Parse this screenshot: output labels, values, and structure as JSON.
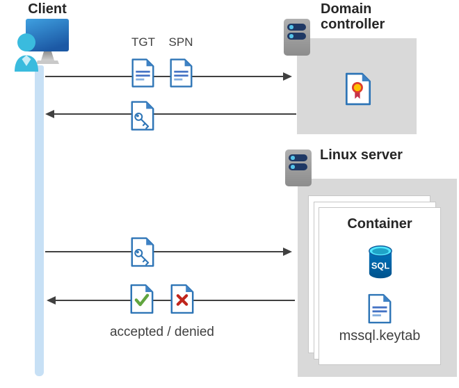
{
  "client": {
    "label": "Client"
  },
  "domain_controller": {
    "title": "Domain controller"
  },
  "linux_server": {
    "title": "Linux server"
  },
  "container": {
    "title": "Container",
    "sql_label": "SQL",
    "keytab_label": "mssql.keytab"
  },
  "messages": {
    "tgt": "TGT",
    "spn": "SPN",
    "accepted_denied": "accepted / denied"
  },
  "colors": {
    "doc_blue": "#2E75B6",
    "doc_fold": "#3F82C4",
    "doc_line": "#4472C4",
    "doc_line_light": "#85AEDE",
    "arrow": "#404040",
    "box_gray": "#D9D9D9",
    "lifeline": "#C7E0F5",
    "server_navy": "#1F3864",
    "server_dot": "#55C4EA",
    "check_green": "#61A53F",
    "cross_red": "#C0261C",
    "cert_yellow": "#FFC000",
    "cert_red": "#DD3C2C",
    "ribbon_red": "#C4314B",
    "sql_body_top": "#0072BC",
    "sql_body_bottom": "#00538C",
    "sql_top_cyan": "#50E6FF",
    "sql_top_inner": "#1FA3C7",
    "person_cyan": "#3ABBDE",
    "monitor_top": "#3FA0E0",
    "monitor_bottom": "#1C59A5",
    "text_dark": "#262626",
    "text_gray": "#404040"
  }
}
